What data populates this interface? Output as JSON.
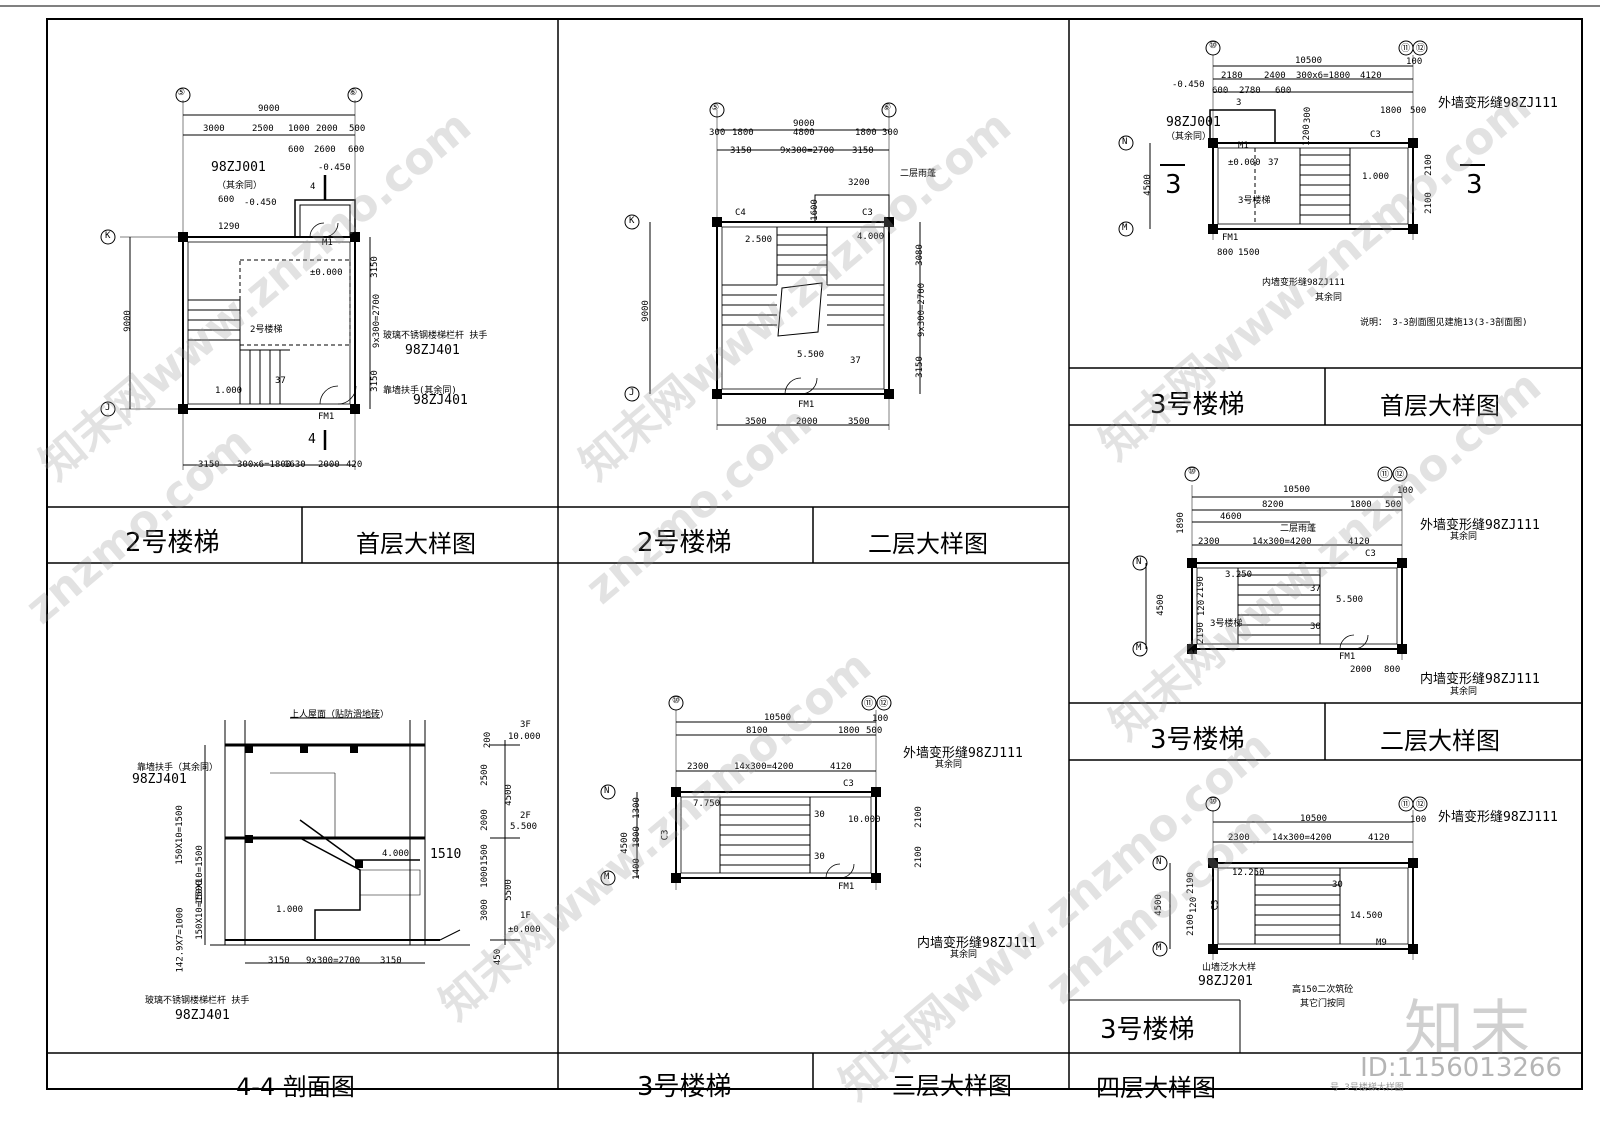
{
  "panels": {
    "p1": {
      "title_left": "2号楼梯",
      "title_right": "首层大样图",
      "axis_top": [
        "⑤",
        "⑥"
      ],
      "axis_side": [
        "K",
        "J"
      ],
      "dims_top_total": "9000",
      "dims_top": [
        "3000",
        "2500",
        "1000",
        "2000",
        "500"
      ],
      "dims_top2": [
        "600",
        "2600",
        "600"
      ],
      "dims_bottom": [
        "3150",
        "300x6=1800",
        "1630",
        "2000",
        "420"
      ],
      "dim_left": "9000",
      "dims_right": [
        "3150",
        "9x300=2700",
        "3150"
      ],
      "ref1": "98ZJ001",
      "ref1_note": "（其余同）",
      "elev1": "-0.450",
      "elev2": "-0.450",
      "elev3": "±0.000",
      "elev4": "1.000",
      "stair_label": "2号楼梯",
      "steps": "37",
      "door_top": "M1",
      "door_bottom": "FM1",
      "note_rail": "玻璃不锈钢楼梯栏杆  扶手",
      "ref_rail": "98ZJ401",
      "note_wall": "靠墙扶手(其余同)",
      "ref_wall": "98ZJ401",
      "section": "4",
      "side_dims": [
        "1290",
        "600"
      ]
    },
    "p2": {
      "title_left": "2号楼梯",
      "title_right": "二层大样图",
      "axis_top": [
        "⑤",
        "⑥"
      ],
      "axis_side": [
        "K",
        "J"
      ],
      "dims_top_total": "9000",
      "dims_top": [
        "300",
        "1800",
        "4800",
        "1800",
        "300"
      ],
      "dims_top2": [
        "3150",
        "9x300=2700",
        "3150"
      ],
      "dims_bottom": [
        "3500",
        "2000",
        "3500"
      ],
      "dim_left": "9000",
      "dims_right": [
        "3080",
        "9x300=2700",
        "3150"
      ],
      "canopy": "二层雨蓬",
      "canopy_dim": "3200",
      "win_left": "C4",
      "win_right": "C3",
      "elev1": "2.500",
      "elev2": "4.000",
      "elev3": "5.500",
      "steps": "37",
      "door": "FM1",
      "canopy_depth": "1600"
    },
    "p3": {
      "title_left": "3号楼梯",
      "title_right": "首层大样图",
      "axis_top": [
        "⑩",
        "⑪",
        "⑫"
      ],
      "axis_side": [
        "N",
        "M"
      ],
      "dims_top_total": "10500",
      "dims_top": [
        "2180",
        "2400",
        "300x6=1800",
        "4120"
      ],
      "dims_top2": [
        "600",
        "2780",
        "600"
      ],
      "dims_top3": [
        "1800",
        "500"
      ],
      "dims_bottom": [
        "800",
        "1500"
      ],
      "dim_left": "4500",
      "dims_right": [
        "2100",
        "2100"
      ],
      "elev1": "-0.450",
      "elev2": "±0.000",
      "elev3": "1.000",
      "ref1": "98ZJ001",
      "ref1_note": "（其余同）",
      "outer_joint": "外墙变形缝98ZJ111",
      "inner_joint": "内墙变形缝98ZJ111",
      "inner_note": "其余同",
      "stair_label": "3号楼梯",
      "steps": "37",
      "door_top": "M1",
      "door_bottom": "FM1",
      "win": "C3",
      "section": "3",
      "note": "说明：  3-3剖面图见建施13(3-3剖面图)",
      "dims_extra": [
        "100",
        "300",
        "1200"
      ]
    },
    "p4": {
      "title_left": "3号楼梯",
      "title_right": "二层大样图",
      "axis_top": [
        "⑩",
        "⑪",
        "⑫"
      ],
      "axis_side": [
        "N",
        "M"
      ],
      "dims_top_total": "10500",
      "dims_top": [
        "8200",
        "1800",
        "500"
      ],
      "dims_top2": [
        "4600"
      ],
      "dims_top3": [
        "2300",
        "14x300=4200",
        "4120"
      ],
      "canopy": "二层雨蓬",
      "dims_bottom": [
        "2000",
        "800"
      ],
      "dim_left": "4500",
      "dims_left2": [
        "1890",
        "2190",
        "120",
        "2190"
      ],
      "elev1": "3.250",
      "elev2": "5.500",
      "steps1": "37",
      "steps2": "30",
      "stair_label": "3号楼梯",
      "win": "C3",
      "door": "FM1",
      "outer_joint": "外墙变形缝98ZJ111",
      "outer_note": "其余同",
      "inner_joint": "内墙变形缝98ZJ111",
      "inner_note": "其余同",
      "dim_small": "100"
    },
    "p5": {
      "title": "4-4  剖面图",
      "note_top": "上人屋面（贴防滑地砖）",
      "note_wall": "靠墙扶手（其余同）",
      "ref_wall": "98ZJ401",
      "note_rail": "玻璃不锈钢楼梯栏杆  扶手",
      "ref_rail": "98ZJ401",
      "floors": [
        "3F",
        "2F",
        "1F"
      ],
      "levels": [
        "10.000",
        "5.500",
        "±0.000"
      ],
      "elev_land": "4.000",
      "elev_low": "1.000",
      "dims_right": [
        "200",
        "2500",
        "2000",
        "1500",
        "1000",
        "3000"
      ],
      "dims_right2": [
        "4500",
        "5500"
      ],
      "dim_1510": "1510",
      "dim_450": "450",
      "dims_left": [
        "150X10=1500",
        "150X10=1500",
        "150X10=1500",
        "142.9X7=1000"
      ],
      "dims_bottom": [
        "3150",
        "9x300=2700",
        "3150"
      ]
    },
    "p6": {
      "title_left": "3号楼梯",
      "title_right": "三层大样图",
      "axis_top": [
        "⑩",
        "⑪",
        "⑫"
      ],
      "axis_side": [
        "N",
        "M"
      ],
      "dims_top_total": "10500",
      "dims_top": [
        "8100",
        "1800",
        "500"
      ],
      "dims_top2": [
        "2300",
        "14x300=4200",
        "4120"
      ],
      "dim_left": "4500",
      "dims_left2": [
        "1300",
        "1800",
        "1400"
      ],
      "dims_right": [
        "2100",
        "2100"
      ],
      "elev1": "7.750",
      "elev2": "10.000",
      "steps1": "30",
      "steps2": "30",
      "win": "C3",
      "win_side": "C3",
      "door": "FM1",
      "outer_joint": "外墙变形缝98ZJ111",
      "outer_note": "其余同",
      "inner_joint": "内墙变形缝98ZJ111",
      "inner_note": "其余同",
      "dim_small": "100"
    },
    "p7": {
      "title_left": "3号楼梯",
      "title_right": "四层大样图",
      "axis_top": [
        "⑩",
        "⑪",
        "⑫"
      ],
      "axis_side": [
        "N",
        "M"
      ],
      "dims_top_total": "10500",
      "dims_top": [
        "2300",
        "14x300=4200",
        "4120"
      ],
      "dim_left": "4500",
      "dims_left2": [
        "2190",
        "120",
        "2100"
      ],
      "elev1": "12.250",
      "elev2": "14.500",
      "steps": "30",
      "win": "C3",
      "door": "M9",
      "outer_joint": "外墙变形缝98ZJ111",
      "note_wall": "山墙泛水大样",
      "ref_wall": "98ZJ201",
      "note_low": "高150二次筑砼",
      "note_low2": "其它门按同",
      "dim_small": "100",
      "footer_faint": "号  3号楼梯大样图"
    }
  },
  "watermark": {
    "logo": "知末",
    "id": "ID:1156013266",
    "texts": [
      "知末网www.znzmo.com",
      "znzmo.com"
    ]
  }
}
